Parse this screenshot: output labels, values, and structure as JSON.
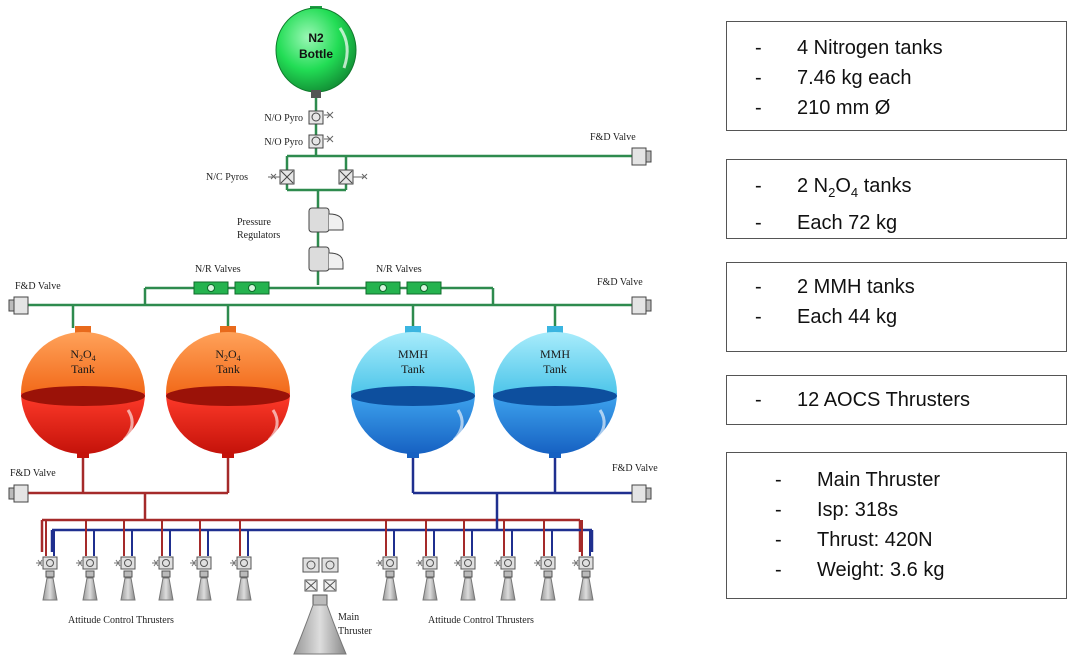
{
  "diagram": {
    "n2_bottle_line1": "N2",
    "n2_bottle_line2": "Bottle",
    "no_pyro_1": "N/O Pyro",
    "no_pyro_2": "N/O Pyro",
    "nc_pyros": "N/C Pyros",
    "pressure_regulators_line1": "Pressure",
    "pressure_regulators_line2": "Regulators",
    "nr_valves_left": "N/R Valves",
    "nr_valves_right": "N/R Valves",
    "fd_valve_top_right": "F&D Valve",
    "fd_valve_mid_left": "F&D Valve",
    "fd_valve_mid_right": "F&D Valve",
    "fd_valve_low_left": "F&D Valve",
    "fd_valve_low_right": "F&D Valve",
    "n2o4_tank_1": {
      "line1": "N2O4",
      "line2": "Tank"
    },
    "n2o4_tank_2": {
      "line1": "N2O4",
      "line2": "Tank"
    },
    "mmh_tank_1": {
      "line1": "MMH",
      "line2": "Tank"
    },
    "mmh_tank_2": {
      "line1": "MMH",
      "line2": "Tank"
    },
    "attitude_left": "Attitude Control Thrusters",
    "attitude_right": "Attitude Control Thrusters",
    "main_thruster_line1": "Main",
    "main_thruster_line2": "Thruster"
  },
  "info_boxes": {
    "nitrogen": [
      "4 Nitrogen tanks",
      "7.46 kg each",
      "210 mm Ø"
    ],
    "n2o4": {
      "line1_prefix": "2 N",
      "line1_sub1": "2",
      "line1_mid": "O",
      "line1_sub2": "4",
      "line1_suffix": " tanks",
      "line2": "Each 72 kg"
    },
    "mmh": [
      "2 MMH tanks",
      "Each 44 kg"
    ],
    "aocs": [
      "12 AOCS Thrusters"
    ],
    "main": [
      "Main Thruster",
      "Isp:  318s",
      "Thrust: 420N",
      "Weight: 3.6 kg"
    ]
  },
  "colors": {
    "n2_bottle": "#22dd55",
    "n2o4_tank": "#ff7f2a",
    "n2o4_liquid": "#dd1c10",
    "mmh_tank": "#5fd3f0",
    "mmh_liquid": "#1e7fd8",
    "pressurant_line": "#2e8b4e",
    "ox_line": "#a52a2a",
    "fuel_line": "#1f2f8f"
  }
}
